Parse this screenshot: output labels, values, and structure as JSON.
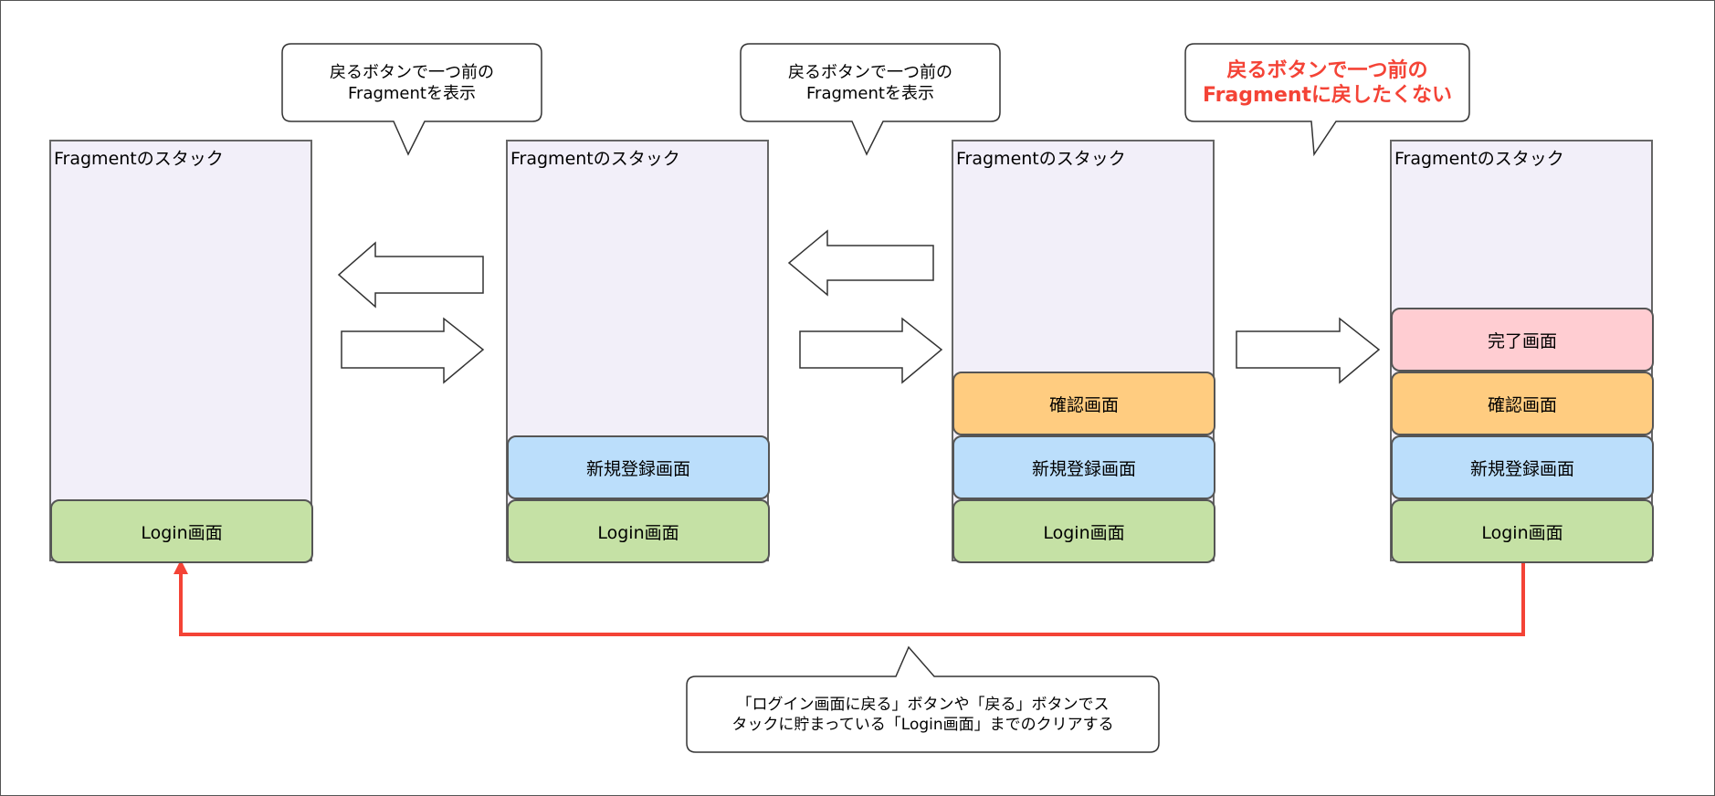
{
  "colors": {
    "stack_bg": "#f2eff9",
    "login": "#c5e1a5",
    "register": "#bbdefb",
    "confirm": "#ffcc80",
    "complete": "#ffcdd2",
    "red_arrow": "#f44336",
    "warning_text": "#f44336"
  },
  "callouts": {
    "first": [
      "戻るボタンで一つ前の",
      "Fragmentを表示"
    ],
    "second": [
      "戻るボタンで一つ前の",
      "Fragmentを表示"
    ],
    "warning": [
      "戻るボタンで一つ前の",
      "Fragmentに戻したくない"
    ],
    "bottom": [
      "「ログイン画面に戻る」ボタンや「戻る」ボタンでス",
      "タックに貯まっている「Login画面」までのクリアする"
    ]
  },
  "stacks": [
    {
      "title": "Fragmentのスタック",
      "blocks": [
        "Login画面"
      ]
    },
    {
      "title": "Fragmentのスタック",
      "blocks": [
        "Login画面",
        "新規登録画面"
      ]
    },
    {
      "title": "Fragmentのスタック",
      "blocks": [
        "Login画面",
        "新規登録画面",
        "確認画面"
      ]
    },
    {
      "title": "Fragmentのスタック",
      "blocks": [
        "Login画面",
        "新規登録画面",
        "確認画面",
        "完了画面"
      ]
    }
  ]
}
